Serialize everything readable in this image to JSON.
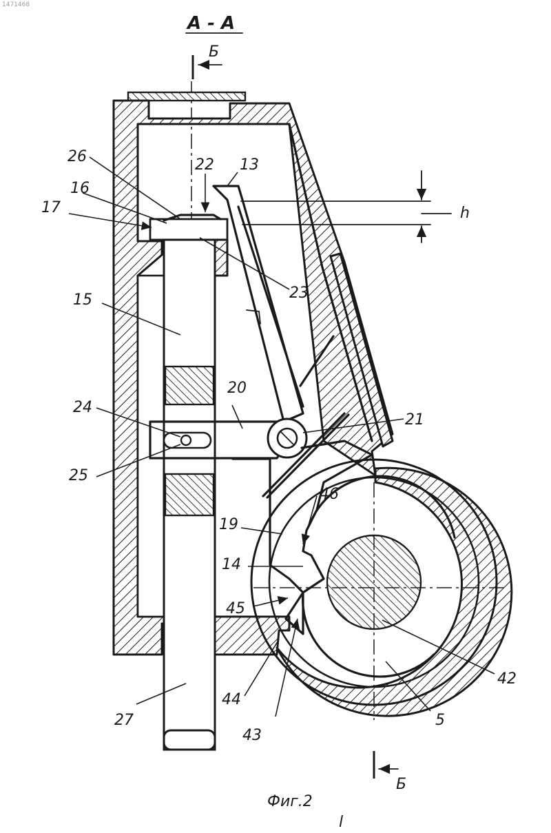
{
  "doc_number": "1471468",
  "section_title": "А - А",
  "section_mark_top": "Б",
  "section_mark_bottom": "Б",
  "figure_caption": "Фиг.2",
  "page_mark": "l",
  "dimension_label": "h",
  "labels": {
    "l5": "5",
    "l13": "13",
    "l14": "14",
    "l15": "15",
    "l16": "16",
    "l17": "17",
    "l19": "19",
    "l20": "20",
    "l21": "21",
    "l22": "22",
    "l23": "23",
    "l24": "24",
    "l25": "25",
    "l26": "26",
    "l27": "27",
    "l42": "42",
    "l43": "43",
    "l44": "44",
    "l45": "45",
    "l46": "46"
  }
}
